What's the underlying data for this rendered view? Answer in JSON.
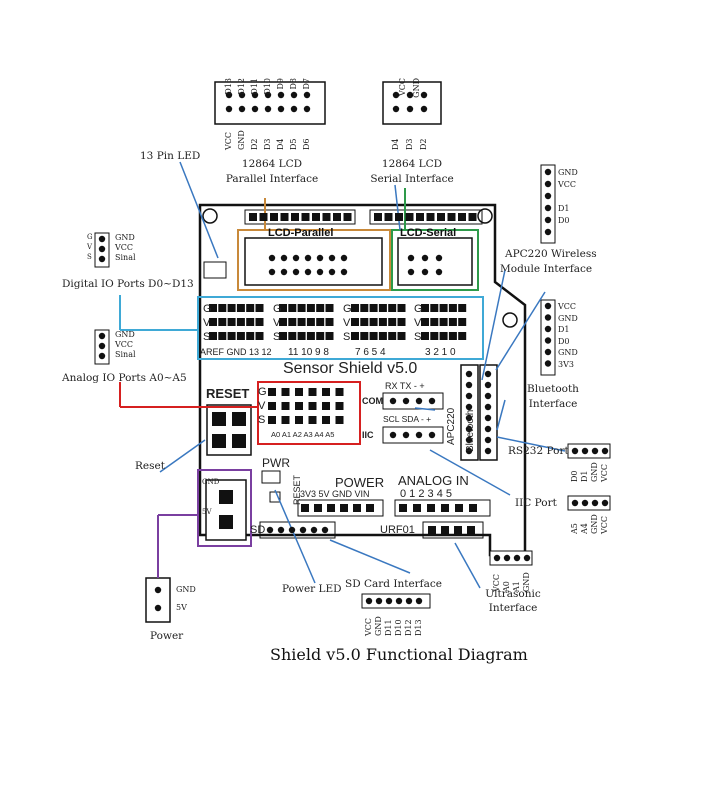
{
  "caption": "Shield v5.0 Functional Diagram",
  "board": {
    "title": "Sensor Shield v5.0",
    "reset_label": "RESET",
    "pwr_label": "PWR",
    "power_label": "POWER",
    "power_pins": "3V3  5V  GND  VIN",
    "analog_in_label": "ANALOG IN",
    "analog_in_pins": "0 1 2 3 4 5",
    "lcd_parallel_label": "LCD-Parallel",
    "lcd_serial_label": "LCD-Serial",
    "digital_label_left": "AREF GND 13 12",
    "digital_label_mid": "11 10 9 8",
    "digital_label_r1": "7 6 5 4",
    "digital_label_r2": "3 2 1 0",
    "analog_labels": "A0 A1 A2 A3 A4 A5",
    "com_label": "COM",
    "rx_tx_label": "RX TX -  +",
    "iic_label": "IIC",
    "scl_sda_label": "SCL SDA -  +",
    "apc220_label": "APC220",
    "bluetooth_label": "Bluetooth",
    "sd_label": "SD",
    "urf_label": "URF01",
    "reset_vertical": "RESET",
    "gvs": [
      "G",
      "V",
      "S"
    ]
  },
  "callouts": {
    "pin13_led": "13 Pin LED",
    "lcd_parallel_title": "12864 LCD",
    "lcd_parallel_sub": "Parallel Interface",
    "lcd_serial_title": "12864 LCD",
    "lcd_serial_sub": "Serial Interface",
    "apc_line1": "APC220 Wireless",
    "apc_line2": "Module Interface",
    "digital_io": "Digital IO Ports D0~D13",
    "analog_io": "Analog IO Ports A0~A5",
    "reset": "Reset",
    "power_led": "Power LED",
    "power": "Power",
    "sd_card": "SD Card Interface",
    "ultrasonic_line1": "Ultrasonic",
    "ultrasonic_line2": "Interface",
    "iic_port": "IIC Port",
    "rs232_port": "RS232 Port",
    "bluetooth_line1": "Bluetooth",
    "bluetooth_line2": "Interface"
  },
  "pinouts": {
    "lcd_parallel_top": [
      "D13",
      "D12",
      "D11",
      "D10",
      "D9",
      "D8",
      "D7"
    ],
    "lcd_parallel_bottom": [
      "VCC",
      "GND",
      "D2",
      "D3",
      "D4",
      "D5",
      "D6"
    ],
    "lcd_serial_top": [
      "VCC",
      "GND"
    ],
    "lcd_serial_bottom": [
      "D4",
      "D3",
      "D2"
    ],
    "gvs_digital": [
      "GND",
      "VCC",
      "Sinal"
    ],
    "gvs_digital_letters": [
      "G",
      "V",
      "S"
    ],
    "gvs_analog": [
      "GND",
      "VCC",
      "Sinal"
    ],
    "apc220": [
      "GND",
      "VCC",
      "",
      "D1",
      "D0"
    ],
    "bluetooth": [
      "VCC",
      "GND",
      "D1",
      "D0",
      "GND",
      "3V3"
    ],
    "rs232": [
      "D0",
      "D1",
      "GND",
      "VCC"
    ],
    "iic": [
      "A5",
      "A4",
      "GND",
      "VCC"
    ],
    "ultrasonic": [
      "VCC",
      "A0",
      "A1",
      "GND"
    ],
    "sd": [
      "VCC",
      "GND",
      "D11",
      "D10",
      "D12",
      "D13"
    ],
    "power": [
      "GND",
      "5V"
    ],
    "power_vertical": [
      "GND",
      "5V"
    ]
  }
}
